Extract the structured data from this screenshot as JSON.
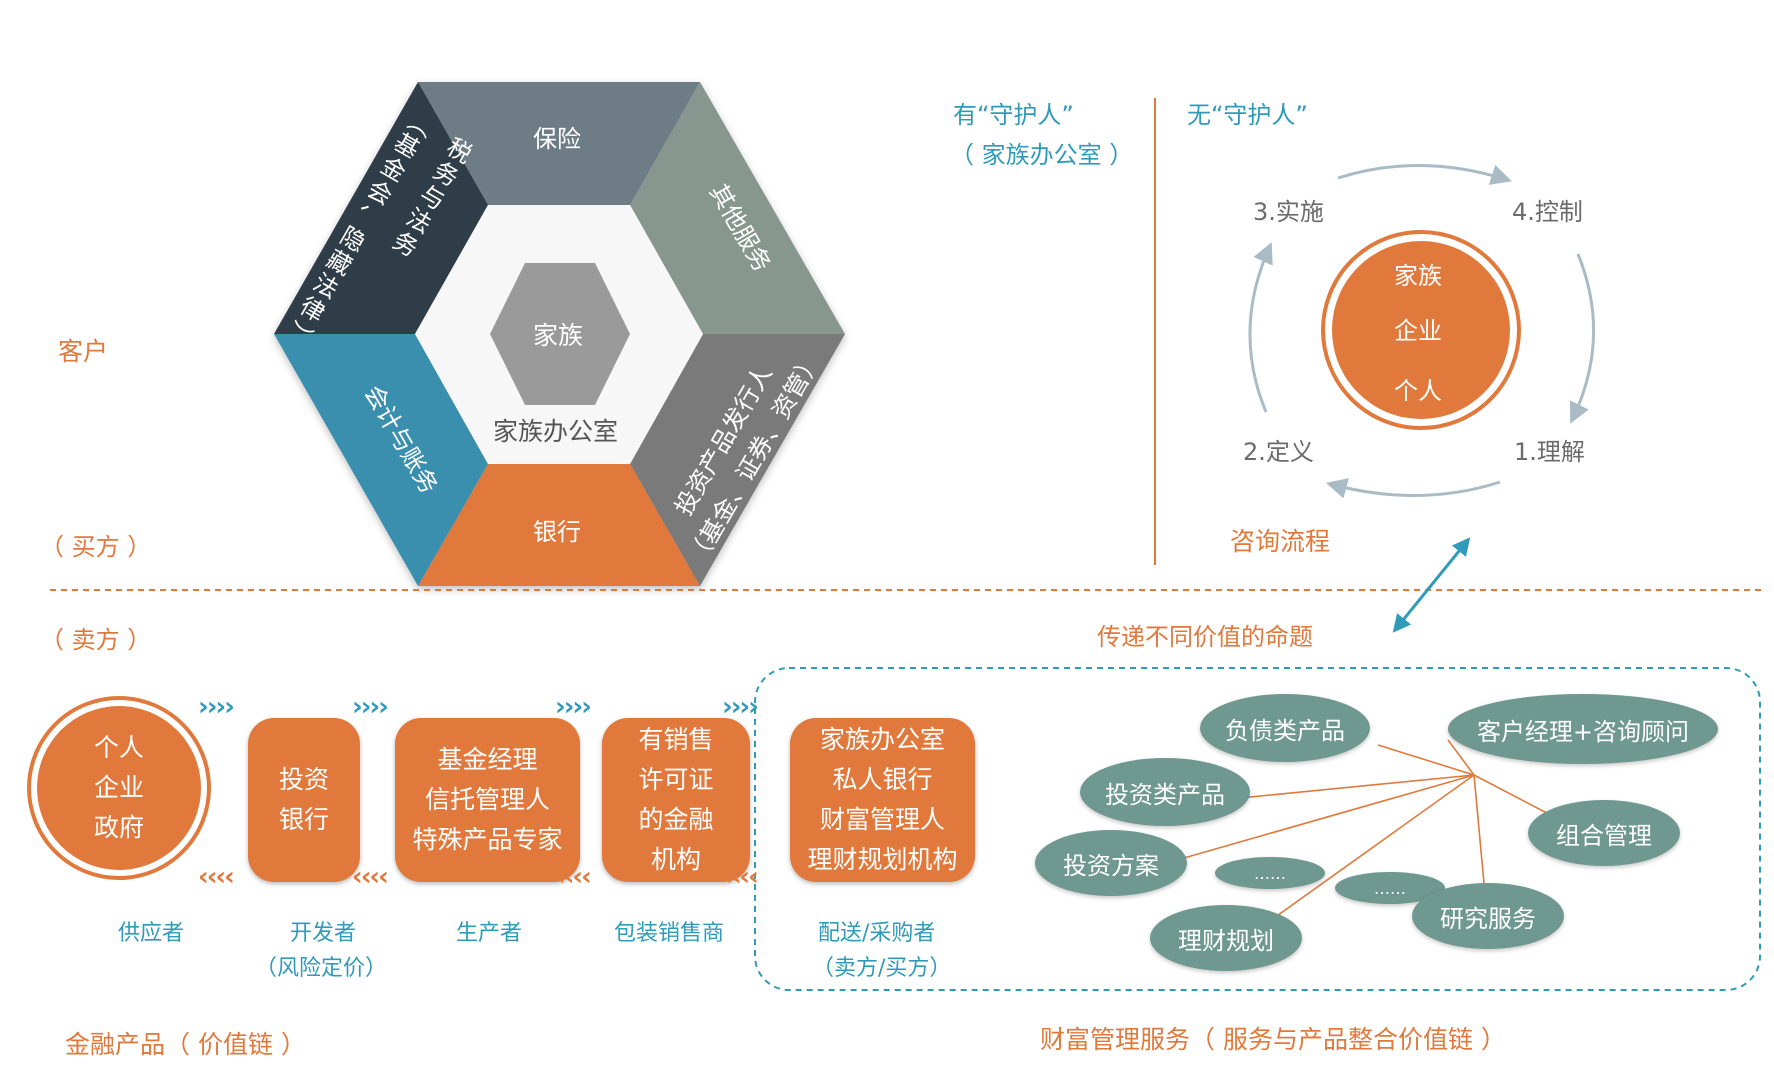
{
  "client": {
    "label": "客户",
    "buyer_label": "（ 买方 ）",
    "seller_label": "（ 卖方 ）"
  },
  "hexagon": {
    "center_label": "家族",
    "office_label": "家族办公室",
    "segments": {
      "insurance": "保险",
      "other_services": "其他服务",
      "investment_issuers_line1": "投资产品发行人",
      "investment_issuers_line2": "（基金、证券、资管）",
      "bank": "银行",
      "accounting": "会计与账务",
      "tax_legal_col1": "税务与法务",
      "tax_legal_col2": "（基金会、隐藏法律）"
    }
  },
  "guardian": {
    "with_line1": "有“守护人”",
    "with_line2": "（ 家族办公室 ）",
    "without": "无“守护人”"
  },
  "consulting_cycle": {
    "steps": [
      "1.理解",
      "2.定义",
      "3.实施",
      "4.控制"
    ],
    "center_lines": [
      "家族",
      "企业",
      "个人"
    ],
    "caption": "咨询流程"
  },
  "value_proposition": "传递不同价值的命题",
  "value_chain": {
    "boxes": [
      {
        "lines": [
          "个人",
          "企业",
          "政府"
        ]
      },
      {
        "lines": [
          "投资",
          "银行"
        ]
      },
      {
        "lines": [
          "基金经理",
          "信托管理人",
          "特殊产品专家"
        ]
      },
      {
        "lines": [
          "有销售",
          "许可证",
          "的金融",
          "机构"
        ]
      },
      {
        "lines": [
          "家族办公室",
          "私人银行",
          "财富管理人",
          "理财规划机构"
        ]
      }
    ],
    "roles": [
      {
        "line1": "供应者",
        "line2": ""
      },
      {
        "line1": "开发者",
        "line2": "（风险定价）"
      },
      {
        "line1": "生产者",
        "line2": ""
      },
      {
        "line1": "包装销售商",
        "line2": ""
      },
      {
        "line1": "配送/采购者",
        "line2": "（卖方/买方）"
      }
    ],
    "forward_arrow": "››››",
    "backward_arrow": "‹‹‹‹",
    "caption": "金融产品（ 价值链 ）"
  },
  "wealth_services": {
    "ovals": {
      "liabilities": "负债类产品",
      "manager": "客户经理+咨询顾问",
      "investment_products": "投资类产品",
      "portfolio": "组合管理",
      "investment_plan": "投资方案",
      "ellipsis_1": "……",
      "ellipsis_2": "……",
      "research": "研究服务",
      "financial_planning": "理财规划"
    },
    "caption": "财富管理服务（ 服务与产品整合价值链 ）"
  },
  "colors": {
    "orange": "#e0793b",
    "teal": "#2f9bb8",
    "dark_slate": "#2d3c47",
    "slate": "#6e7d85",
    "sage": "#87968f",
    "gray": "#7a7a7a",
    "blue": "#3a8fae",
    "oval_green": "#6f9890",
    "cycle_arrow": "#a9bcc6"
  }
}
